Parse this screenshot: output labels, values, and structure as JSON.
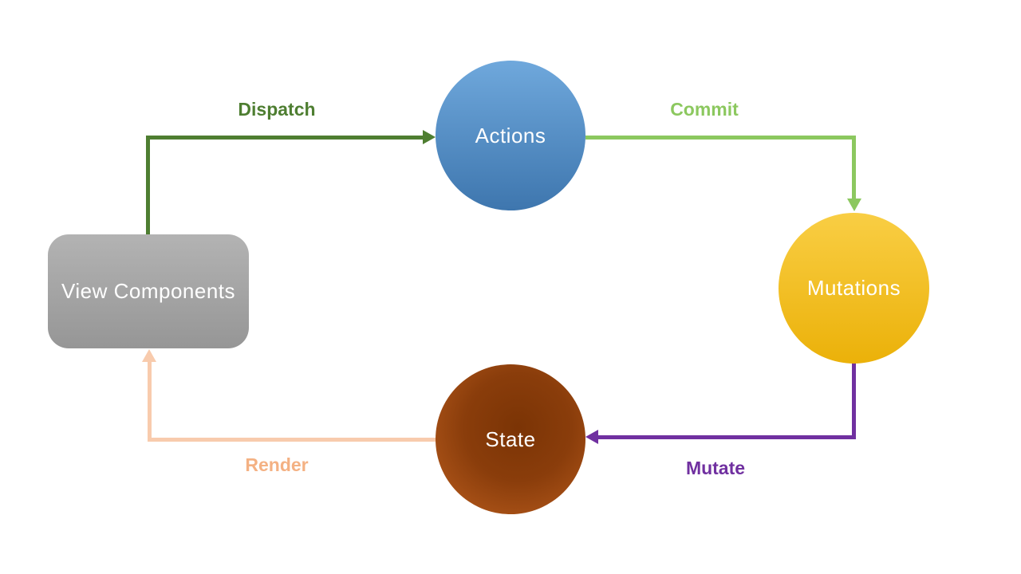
{
  "nodes": {
    "view_components": {
      "label": "View Components",
      "shape": "rounded-rectangle"
    },
    "actions": {
      "label": "Actions",
      "shape": "circle"
    },
    "mutations": {
      "label": "Mutations",
      "shape": "circle"
    },
    "state": {
      "label": "State",
      "shape": "circle"
    }
  },
  "edges": {
    "dispatch": {
      "label": "Dispatch",
      "from": "View Components",
      "to": "Actions"
    },
    "commit": {
      "label": "Commit",
      "from": "Actions",
      "to": "Mutations"
    },
    "mutate": {
      "label": "Mutate",
      "from": "Mutations",
      "to": "State"
    },
    "render": {
      "label": "Render",
      "from": "State",
      "to": "View Components"
    }
  },
  "colors": {
    "background": "#FFFFFF",
    "node-text": "#FFFFFF",
    "dispatch": "#4E7E31",
    "commit": "#8CC85F",
    "mutate": "#7030A0",
    "render-line": "#F8CBAD",
    "render-text": "#F4B183",
    "actions-top": "#6FA8DC",
    "actions-bottom": "#3E76AE",
    "mutations-top": "#F9CE44",
    "mutations-bottom": "#EBB109",
    "state-center": "#7B3405",
    "state-mid": "#8A3D0B",
    "state-edge": "#BC5E1E",
    "box-top": "#B3B3B3",
    "box-bottom": "#969696"
  }
}
